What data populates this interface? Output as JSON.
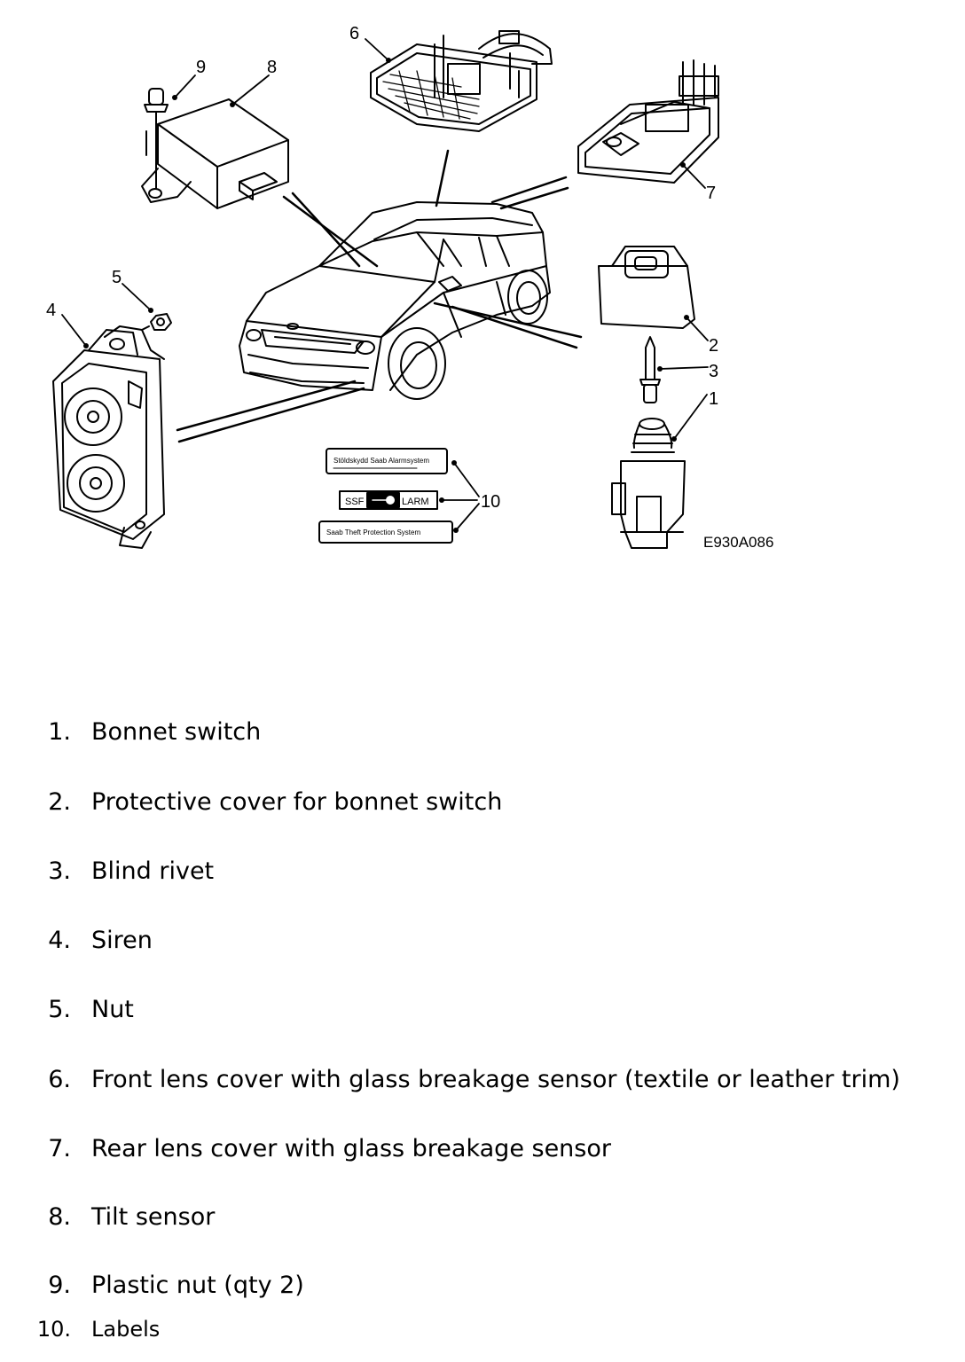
{
  "figure": {
    "callouts": [
      "1",
      "2",
      "3",
      "4",
      "5",
      "6",
      "7",
      "8",
      "9",
      "10"
    ],
    "drawing_code": "E930A086",
    "label_stickers": {
      "sticker_1": "Stöldskydd Saab Alarmsystem",
      "sticker_2_left": "SSF",
      "sticker_2_right": "LARM",
      "sticker_3": "Saab Theft Protection System"
    }
  },
  "legend": [
    {
      "num": "1.",
      "text": "Bonnet switch"
    },
    {
      "num": "2.",
      "text": "Protective cover for bonnet switch"
    },
    {
      "num": "3.",
      "text": "Blind rivet"
    },
    {
      "num": "4.",
      "text": "Siren"
    },
    {
      "num": "5.",
      "text": "Nut"
    },
    {
      "num": "6.",
      "text": "Front lens cover with glass breakage sensor (textile or leather trim)"
    },
    {
      "num": "7.",
      "text": "Rear lens cover with glass breakage sensor"
    },
    {
      "num": "8.",
      "text": "Tilt sensor"
    },
    {
      "num": "9.",
      "text": "Plastic nut (qty 2)"
    },
    {
      "num": "10.",
      "text": "Labels"
    }
  ]
}
